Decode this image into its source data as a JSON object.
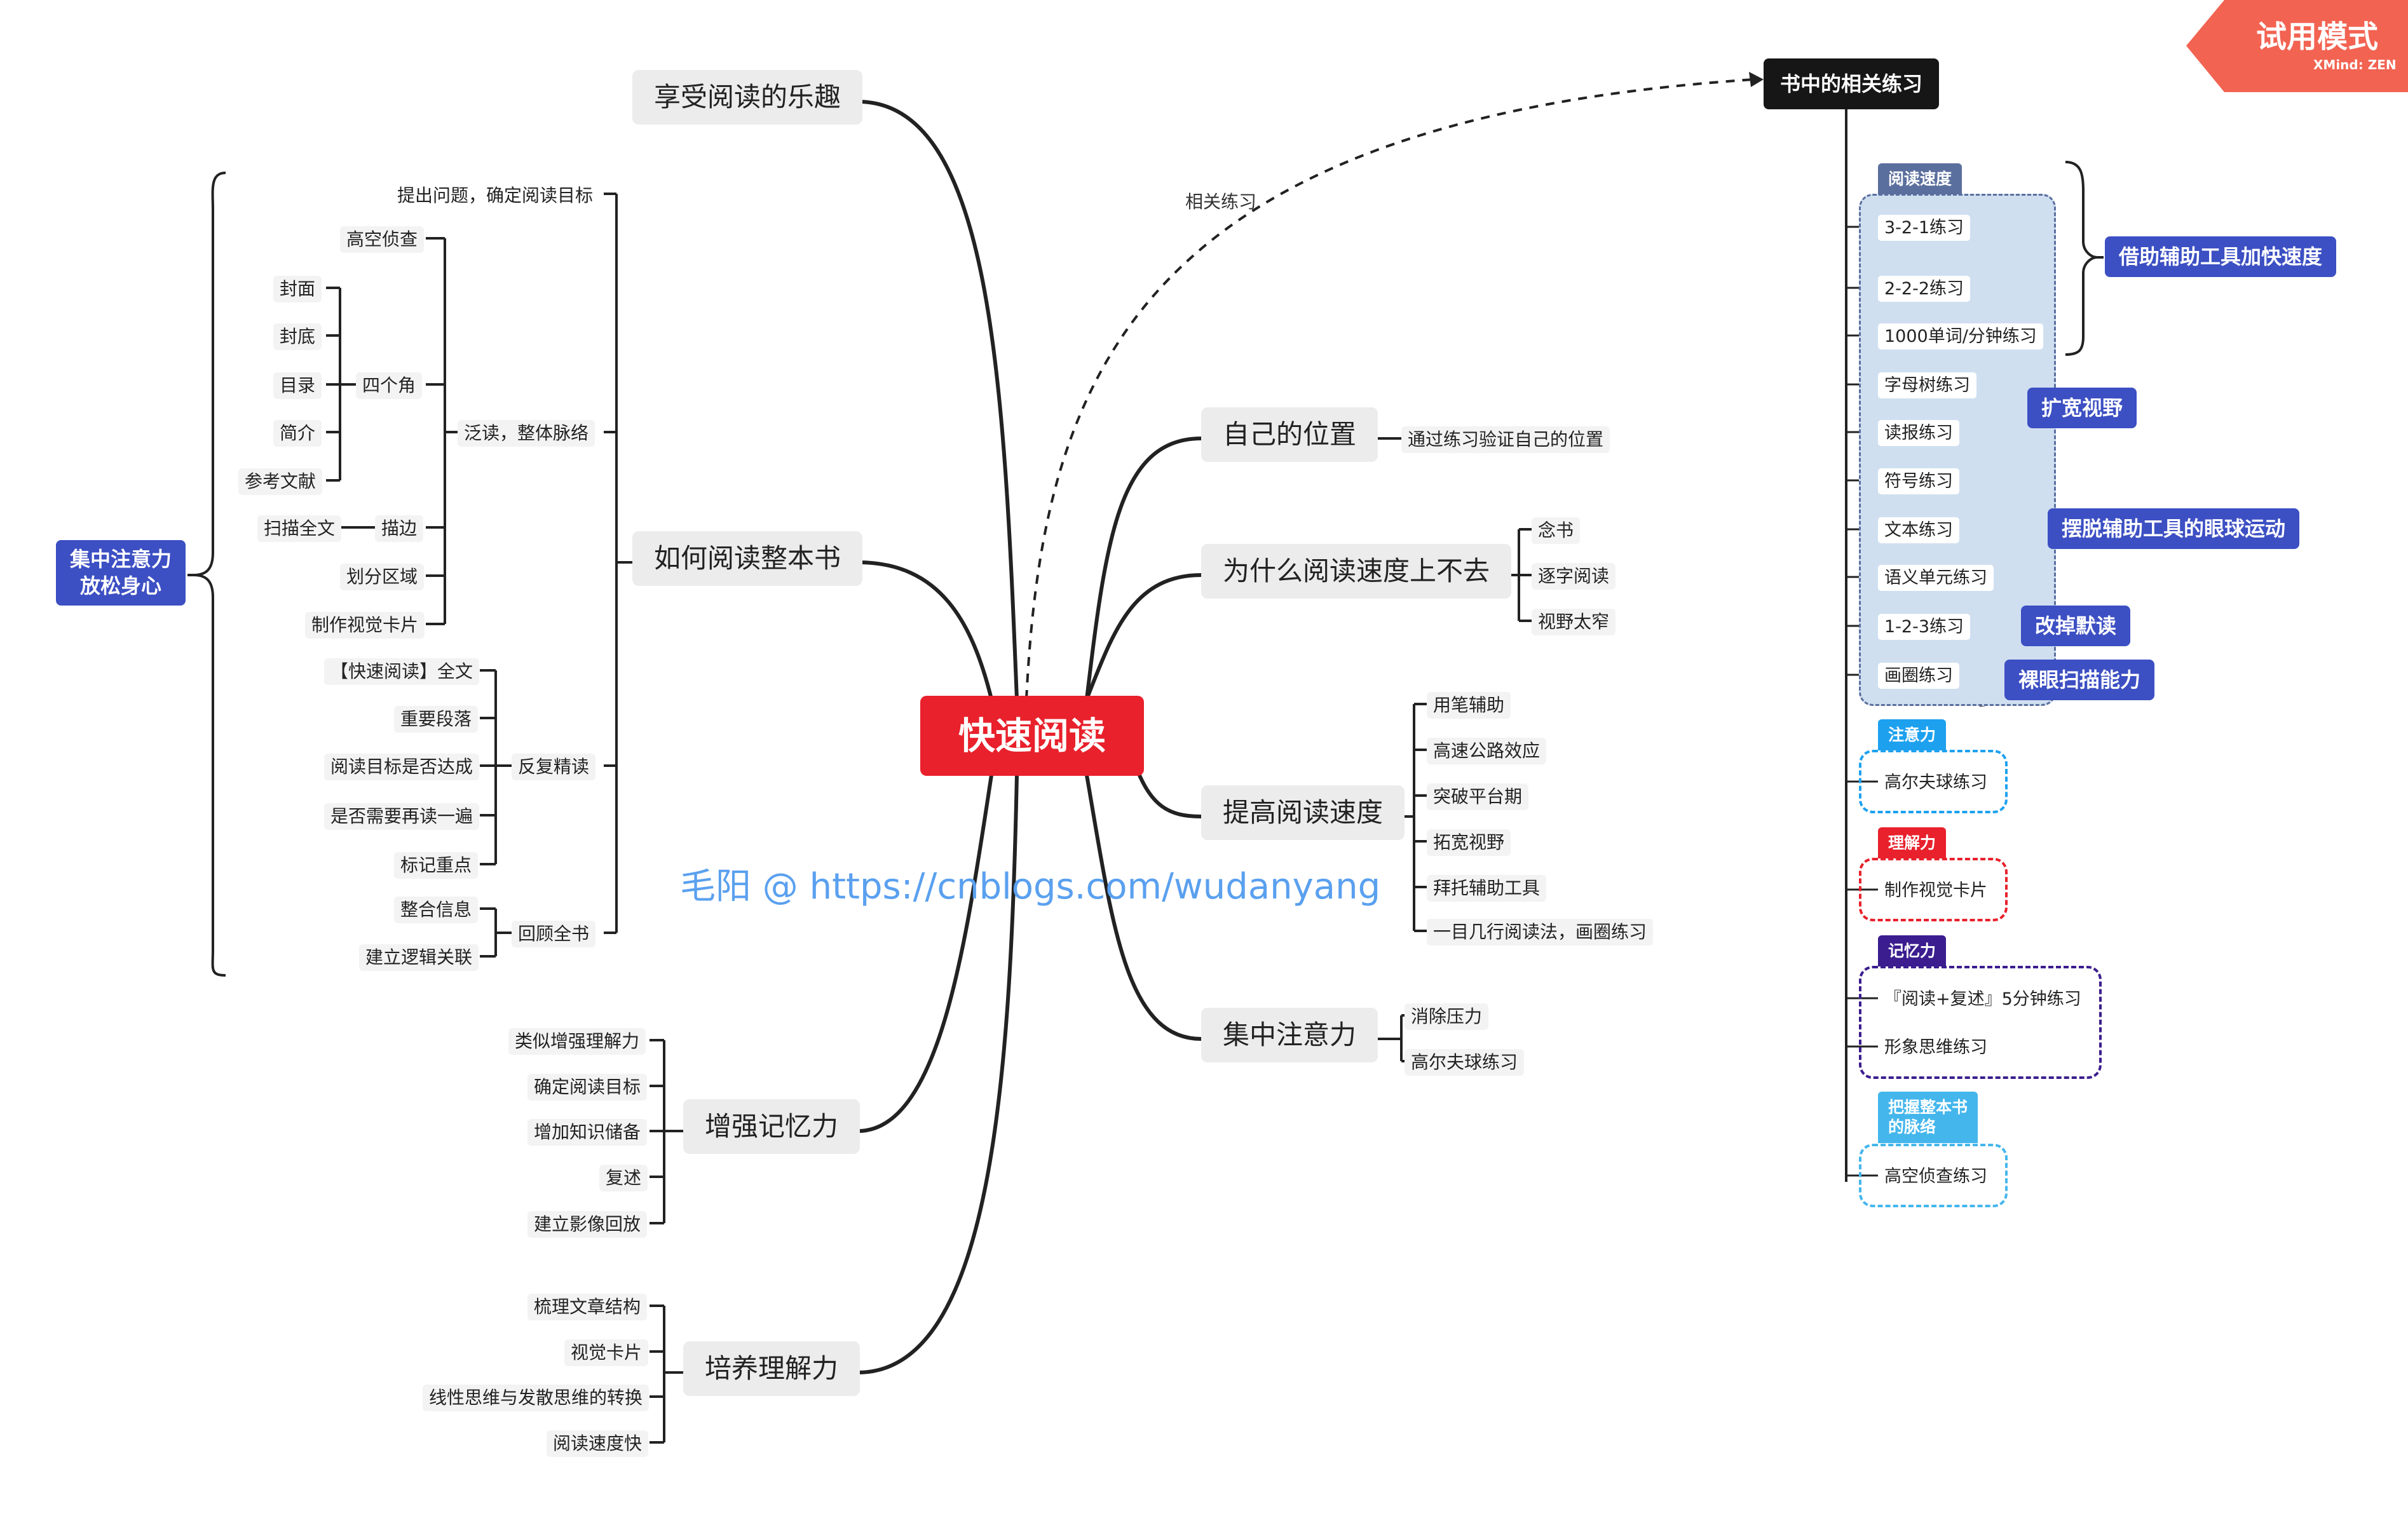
{
  "center": "快速阅读",
  "trial": {
    "label": "试用模式",
    "brand": "XMind: ZEN",
    "color": "#f26352"
  },
  "relation_label": "相关练习",
  "watermark": "毛阳 @ https://cnblogs.com/wudanyang",
  "left": {
    "enjoy": "享受阅读的乐趣",
    "whole_book": {
      "label": "如何阅读整本书",
      "ask": "提出问题，确定阅读目标",
      "skim": {
        "label": "泛读，整体脉络",
        "aerial": "高空侦查",
        "corners": {
          "label": "四个角",
          "items": [
            "封面",
            "封底",
            "目录",
            "简介",
            "参考文献"
          ]
        },
        "outline": {
          "label": "描边",
          "items": [
            "扫描全文"
          ]
        },
        "divide": "划分区域",
        "card": "制作视觉卡片"
      },
      "repeat": {
        "label": "反复精读",
        "items": [
          "【快速阅读】全文",
          "重要段落",
          "阅读目标是否达成",
          "是否需要再读一遍",
          "标记重点"
        ]
      },
      "review": {
        "label": "回顾全书",
        "items": [
          "整合信息",
          "建立逻辑关联"
        ]
      },
      "focus_summary": "集中注意力\n放松身心"
    },
    "memory": {
      "label": "增强记忆力",
      "items": [
        "类似增强理解力",
        "确定阅读目标",
        "增加知识储备",
        "复述",
        "建立影像回放"
      ]
    },
    "comprehension": {
      "label": "培养理解力",
      "items": [
        "梳理文章结构",
        "视觉卡片",
        "线性思维与发散思维的转换",
        "阅读速度快"
      ]
    }
  },
  "right": {
    "position": {
      "label": "自己的位置",
      "items": [
        "通过练习验证自己的位置"
      ]
    },
    "why": {
      "label": "为什么阅读速度上不去",
      "items": [
        "念书",
        "逐字阅读",
        "视野太窄"
      ]
    },
    "improve": {
      "label": "提高阅读速度",
      "items": [
        "用笔辅助",
        "高速公路效应",
        "突破平台期",
        "拓宽视野",
        "拜托辅助工具",
        "一目几行阅读法，画圈练习"
      ]
    },
    "focus": {
      "label": "集中注意力",
      "items": [
        "消除压力",
        "高尔夫球练习"
      ]
    }
  },
  "exercises": {
    "label": "书中的相关练习",
    "speed": {
      "tag": "阅读速度",
      "items": [
        "3-2-1练习",
        "2-2-2练习",
        "1000单词/分钟练习",
        "字母树练习",
        "读报练习",
        "符号练习",
        "文本练习",
        "语义单元练习",
        "1-2-3练习",
        "画圈练习"
      ]
    },
    "speed_summaries": [
      "借助辅助工具加快速度",
      "扩宽视野",
      "摆脱辅助工具的眼球运动",
      "改掉默读",
      "裸眼扫描能力"
    ],
    "attention": {
      "tag": "注意力",
      "items": [
        "高尔夫球练习"
      ]
    },
    "understanding": {
      "tag": "理解力",
      "items": [
        "制作视觉卡片"
      ]
    },
    "memory": {
      "tag": "记忆力",
      "items": [
        "『阅读+复述』5分钟练习",
        "形象思维练习"
      ]
    },
    "grasp": {
      "tag": "把握整本书\n的脉络",
      "items": [
        "高空侦查练习"
      ]
    }
  },
  "colors": {
    "center": "#e8212c",
    "summary_blue": "#3c4fc3",
    "speed_tag": "#5b6f9e",
    "speed_fill": "#cfdff0",
    "attention": "#1da1ef",
    "understanding": "#e8212c",
    "memory": "#3b1d8f",
    "grasp": "#44b6ec"
  }
}
